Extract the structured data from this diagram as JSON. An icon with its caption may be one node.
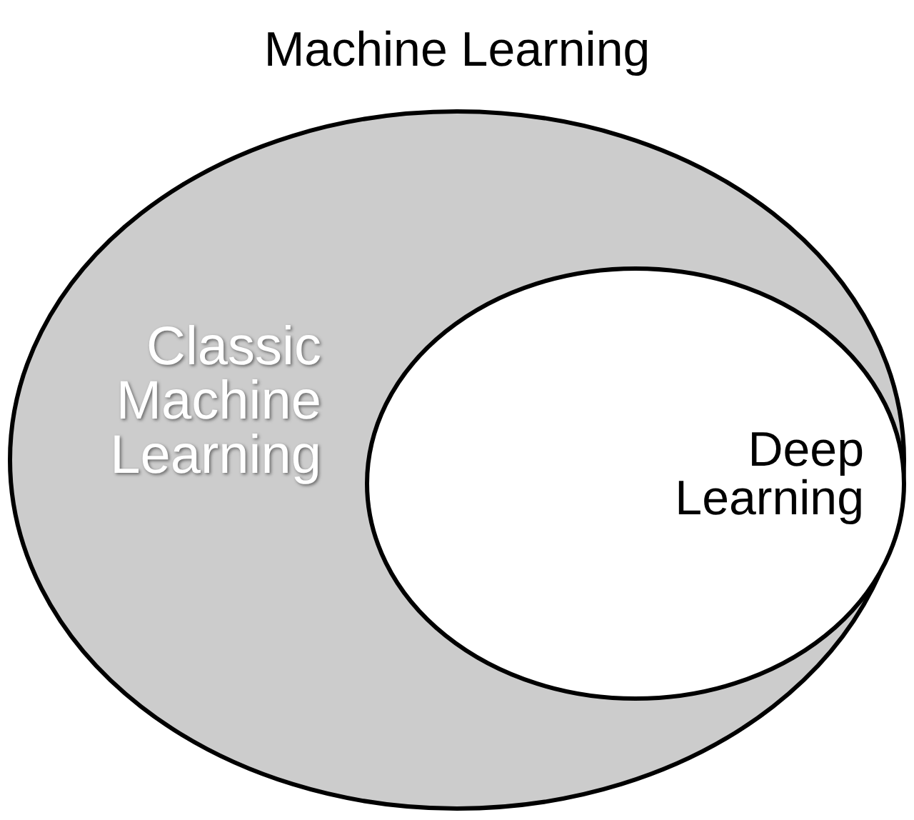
{
  "diagram": {
    "nodes": [
      {
        "text": [
          "Machine Learning",
          "Classic Machine Learning"
        ]
      },
      {
        "text": [
          "Deep Learning"
        ],
        "in": 0
      }
    ]
  }
}
